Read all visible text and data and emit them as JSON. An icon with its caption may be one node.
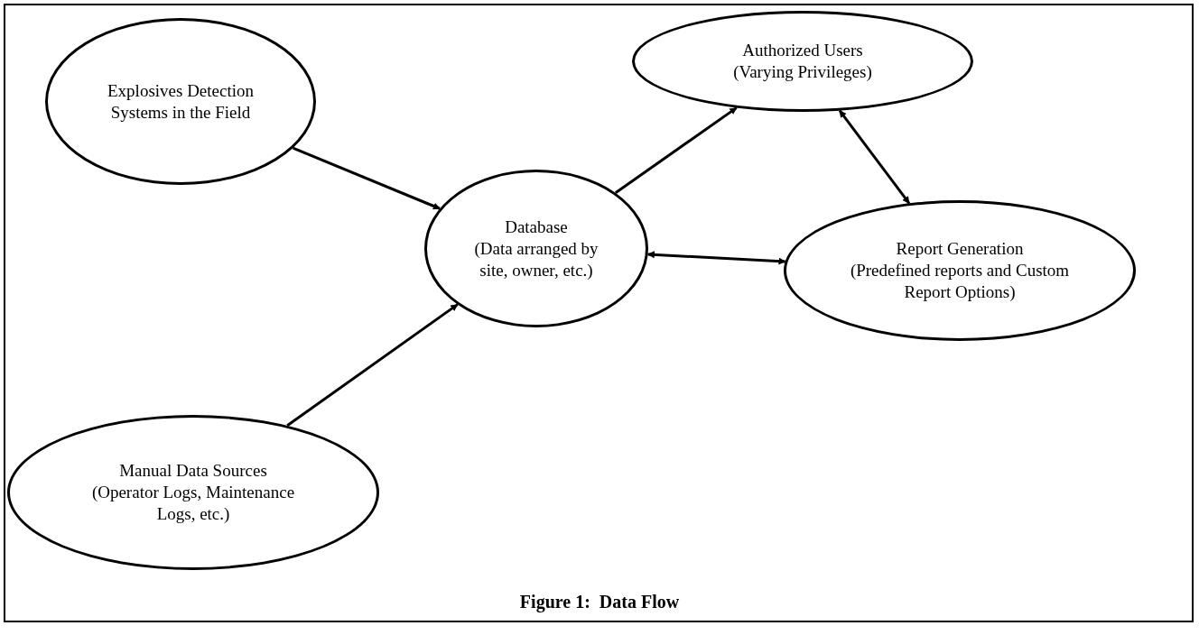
{
  "diagram": {
    "caption": "Figure 1:  Data Flow",
    "nodes": [
      {
        "text": [
          "Explosives Detection Systems in the Field"
        ]
      },
      {
        "text": [
          "Authorized Users",
          "(Varying Privileges)"
        ]
      },
      {
        "text": [
          "Database",
          "(Data arranged by site, owner, etc.)"
        ]
      },
      {
        "text": [
          "Report Generation",
          "(Predefined reports and Custom Report Options)"
        ]
      },
      {
        "text": [
          "Manual Data Sources",
          "(Operator Logs, Maintenance Logs, etc.)"
        ]
      }
    ],
    "edges": [
      {
        "from": 0,
        "to": 2,
        "arrow": "to"
      },
      {
        "from": 4,
        "to": 2,
        "arrow": "to"
      },
      {
        "from": 2,
        "to": 1,
        "arrow": "to"
      },
      {
        "from": 1,
        "to": 3,
        "arrow": "both"
      },
      {
        "from": 2,
        "to": 3,
        "arrow": "both"
      }
    ]
  }
}
